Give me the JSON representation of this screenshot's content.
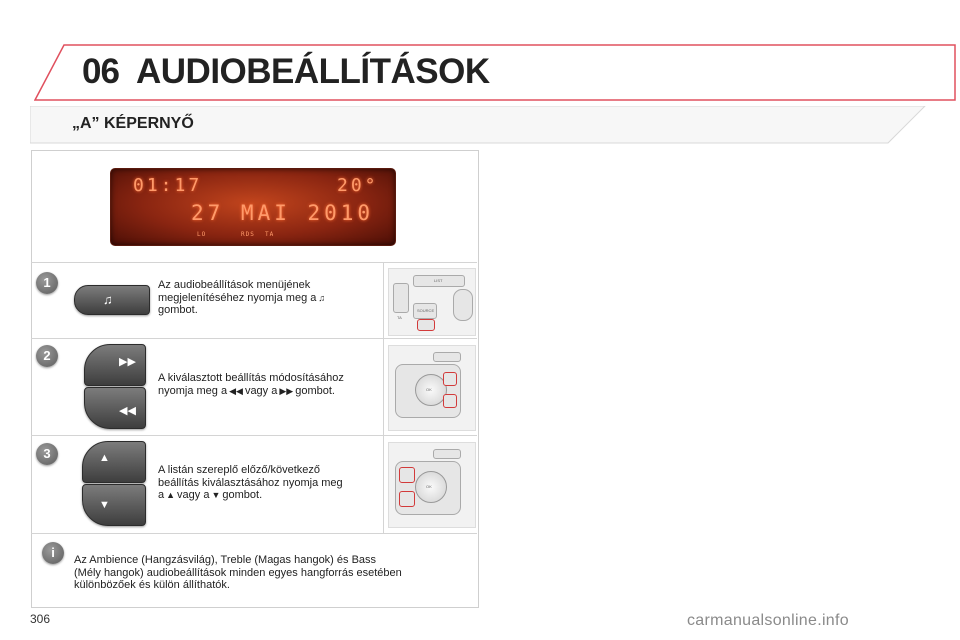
{
  "header": {
    "chapter_number": "06",
    "chapter_title": "AUDIOBEÁLLÍTÁSOK"
  },
  "section": {
    "title": "„A” KÉPERNYŐ"
  },
  "display": {
    "time": "01:17",
    "temperature": "20°",
    "date": "27 MAI 2010",
    "indicators": [
      "LO",
      "RDS",
      "TA"
    ]
  },
  "steps": [
    {
      "number": "1",
      "text_lines": [
        "Az audiobeállítások menüjének",
        "megjelenítéséhez nyomja meg a",
        "gombot."
      ],
      "icons": [
        "music-note-icon"
      ]
    },
    {
      "number": "2",
      "text_lines": [
        "A kiválasztott beállítás módosításához",
        "nyomja meg a",
        "vagy a",
        "gombot."
      ],
      "icons": [
        "rewind-icon",
        "fast-forward-icon"
      ]
    },
    {
      "number": "3",
      "text_lines": [
        "A listán szereplő előző/következő",
        "beállítás kiválasztásához nyomja meg",
        "a",
        "vagy a",
        "gombot."
      ],
      "icons": [
        "up-arrow-icon",
        "down-arrow-icon"
      ]
    }
  ],
  "thumb_labels": {
    "list": "LIST",
    "source": "SOURCE",
    "ok": "OK",
    "ta": "TA"
  },
  "info": {
    "text_lines": [
      "Az Ambience (Hangzásvilág), Treble (Magas hangok) és Bass",
      "(Mély hangok) audiobeállítások minden egyes hangforrás esetében",
      "különbözőek és külön állíthatók."
    ]
  },
  "page_number": "306",
  "watermark": "carmanualsonline.info",
  "colors": {
    "accent_red": "#e0505e",
    "lcd_glow": "#ff9a6a",
    "badge_gray": "#7a7a7a"
  }
}
